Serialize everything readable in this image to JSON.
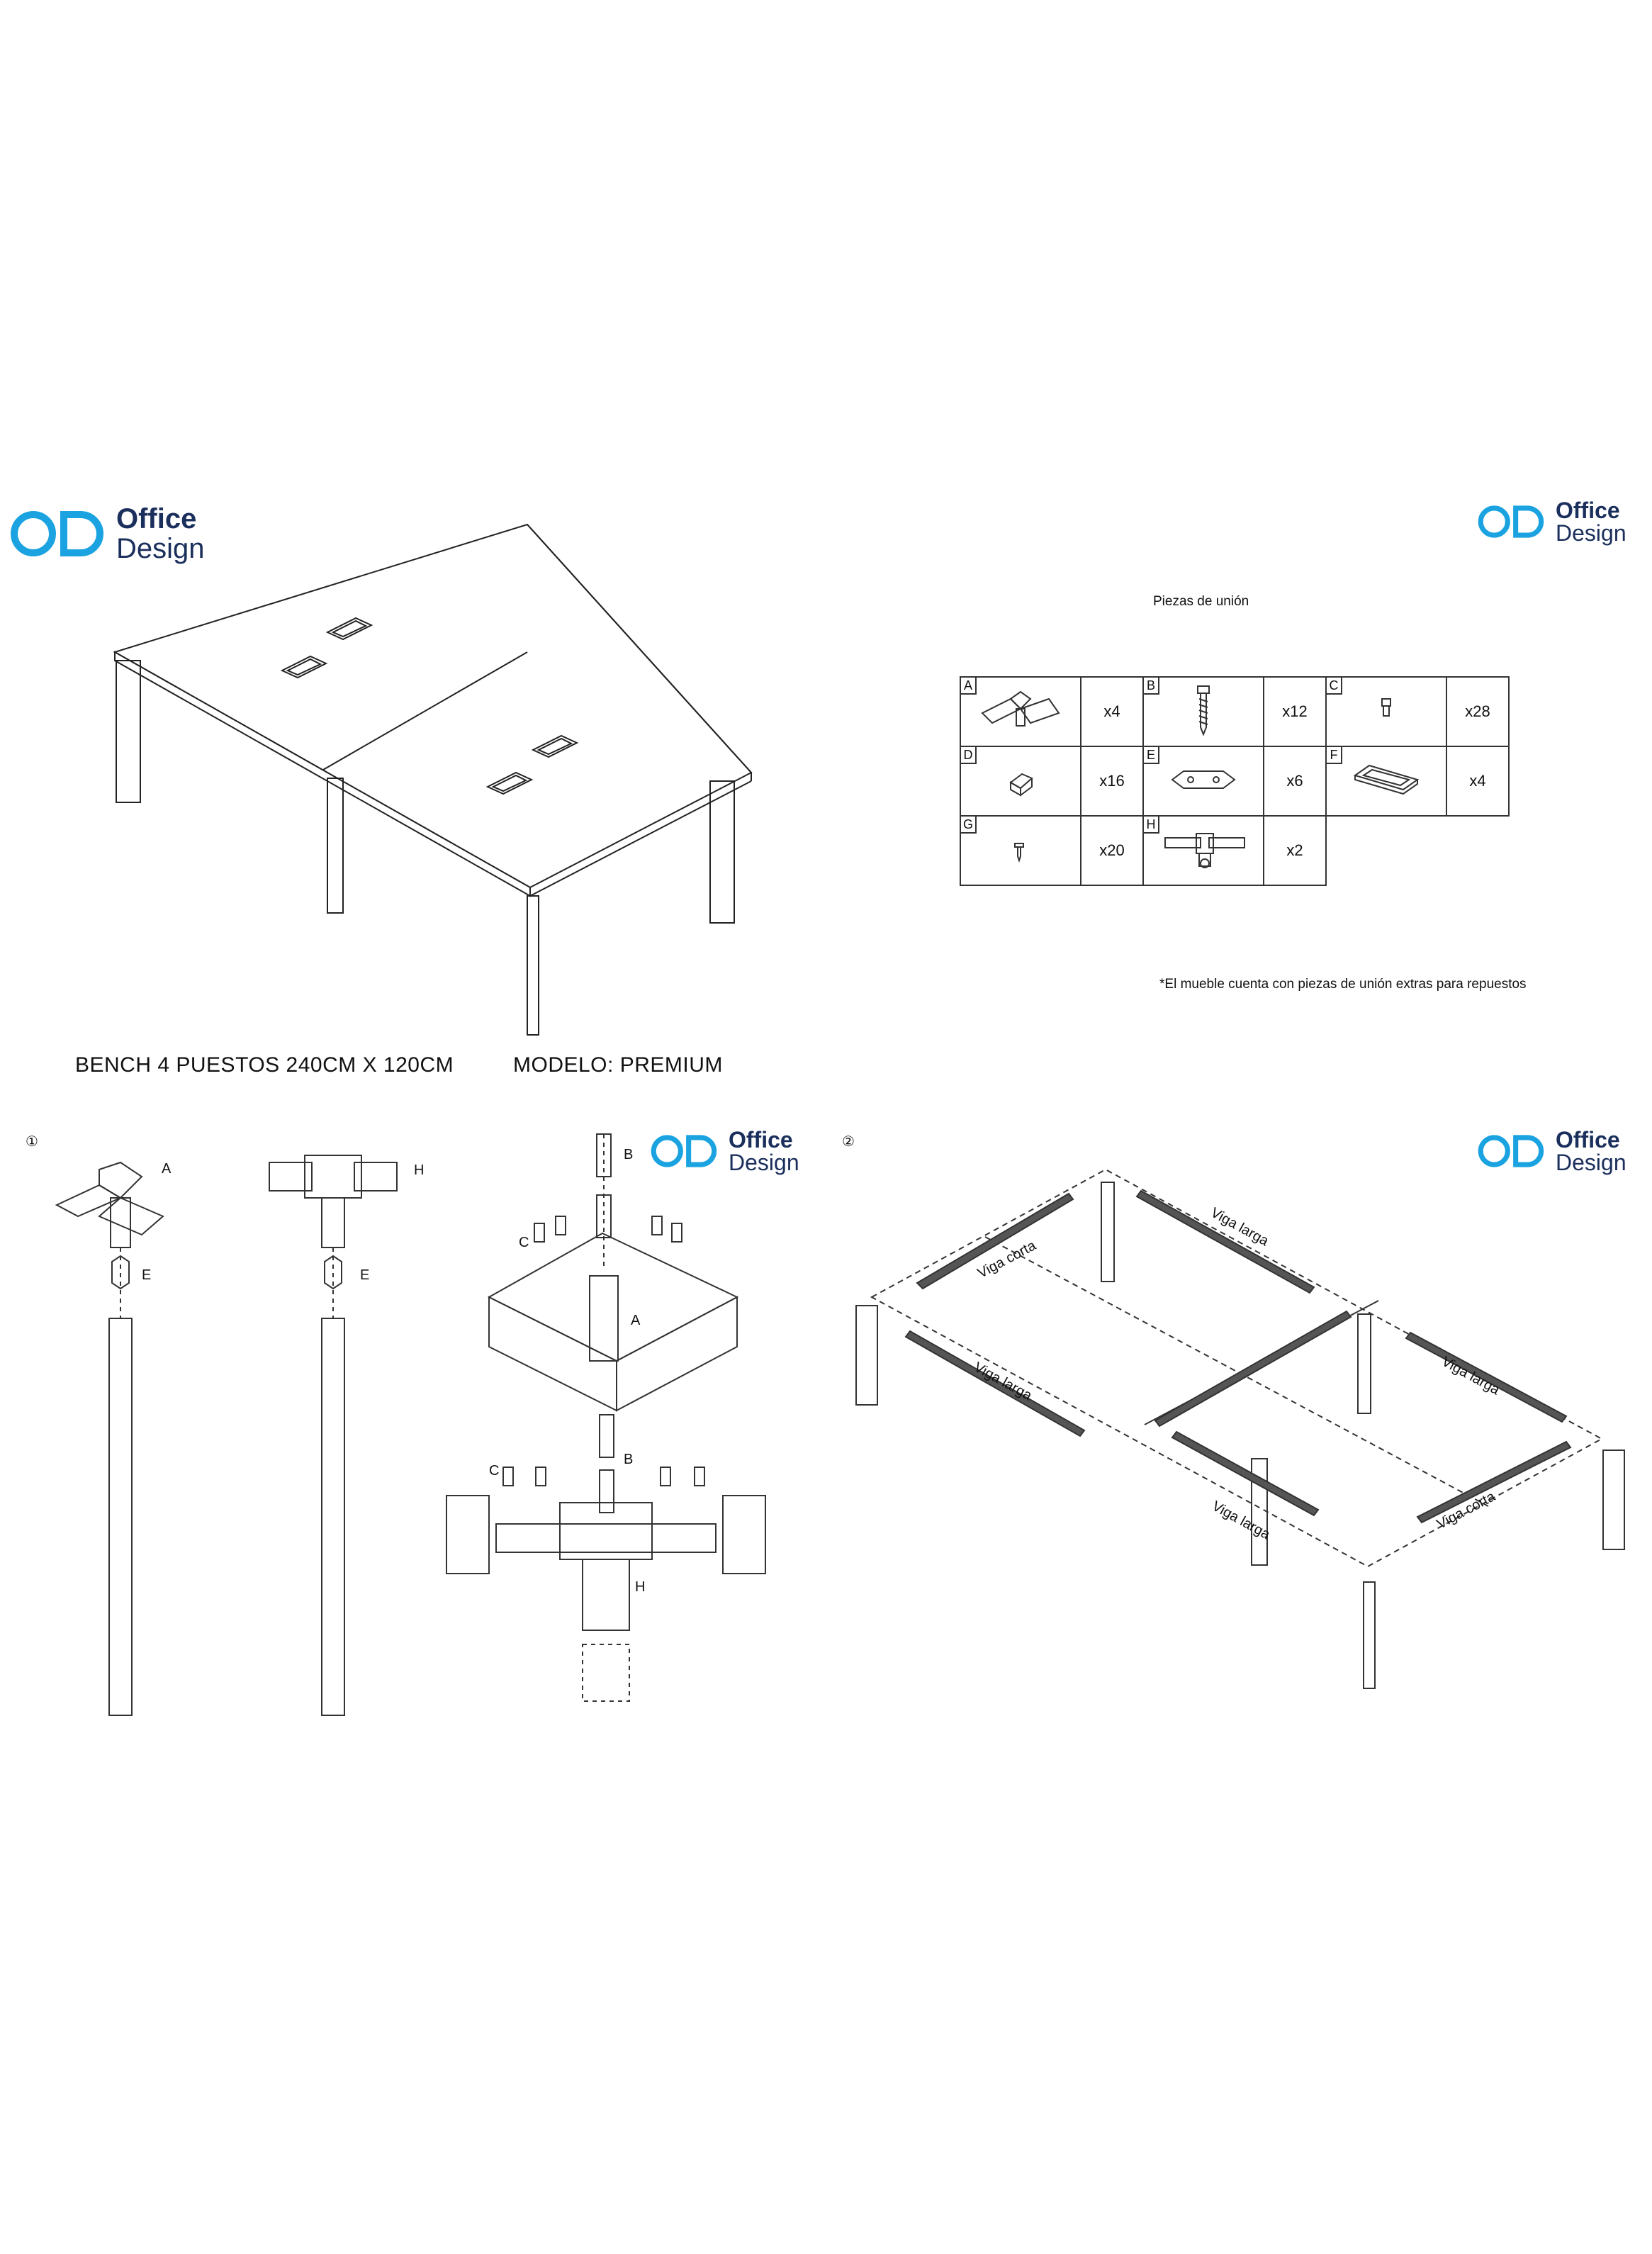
{
  "brand": {
    "word1": "Office",
    "word2": "Design",
    "colors": {
      "ring": "#1aa3e0",
      "text": "#1b2f5c"
    }
  },
  "page1": {
    "caption_left": "BENCH 4 PUESTOS 240CM X 120CM",
    "caption_right": "MODELO: PREMIUM"
  },
  "page2": {
    "title": "Piezas de unión",
    "note": "*El mueble cuenta con piezas de unión extras para repuestos",
    "parts": [
      {
        "letter": "A",
        "qty": "x4"
      },
      {
        "letter": "B",
        "qty": "x12"
      },
      {
        "letter": "C",
        "qty": "x28"
      },
      {
        "letter": "D",
        "qty": "x16"
      },
      {
        "letter": "E",
        "qty": "x6"
      },
      {
        "letter": "F",
        "qty": "x4"
      },
      {
        "letter": "G",
        "qty": "x20"
      },
      {
        "letter": "H",
        "qty": "x2"
      }
    ]
  },
  "page3": {
    "step": "①",
    "labels": {
      "a": "A",
      "e1": "E",
      "h": "H",
      "e2": "E",
      "b1": "B",
      "c1": "C",
      "a2": "A",
      "c2": "C",
      "b2": "B",
      "h2": "H"
    }
  },
  "page4": {
    "step": "②",
    "beams": [
      "Viga corta",
      "Viga larga",
      "Viga larga",
      "Viga larga",
      "Viga larga",
      "Viga corta"
    ]
  }
}
